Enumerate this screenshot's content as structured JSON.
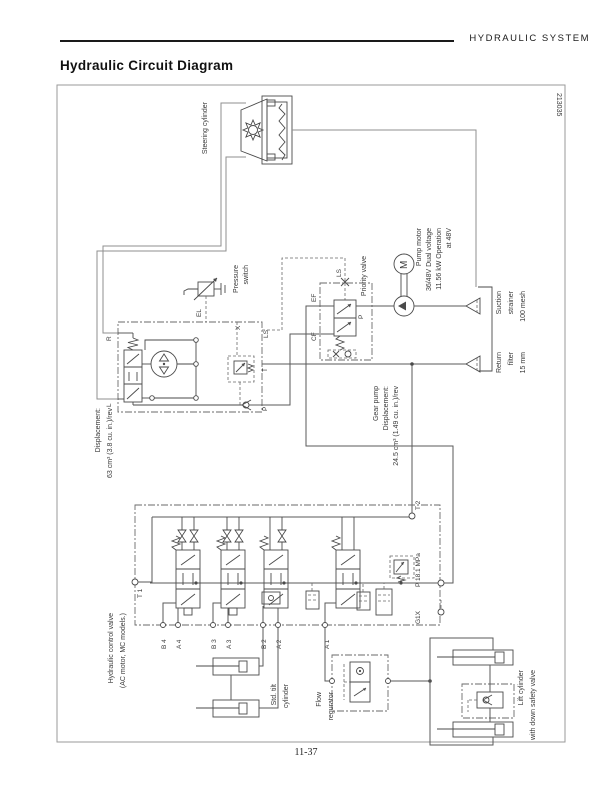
{
  "page": {
    "header": "HYDRAULIC  SYSTEM",
    "title": "Hydraulic Circuit Diagram",
    "page_number": "11-37"
  },
  "diagram": {
    "drawing_number": "213035",
    "labels": {
      "steering_cylinder": "Steering cylinder",
      "pressure_switch": [
        "Pressure",
        "switch"
      ],
      "priority_valve": "Priority valve",
      "pump_motor": [
        "Pump motor",
        "36/48V Dual voltage",
        "11.56 kW Operation",
        "at 48V"
      ],
      "suction_strainer": [
        "Suction",
        "strainer",
        "100 mesh"
      ],
      "return_filter": [
        "Return",
        "filter",
        "15 mm"
      ],
      "gear_pump": [
        "Gear pump",
        "Displacement:",
        "24.5 cm³ (1.49 cu. in.)/rev"
      ],
      "steering_displacement": [
        "Displacement:",
        "63 cm³ (3.8 cu. in.)/rev"
      ],
      "control_valve": [
        "Hydraulic control valve",
        "(AC motor, MC models.)"
      ],
      "tilt_cylinder": [
        "Std. tilt",
        "cylinder"
      ],
      "flow_regulator": [
        "Flow",
        "regurator"
      ],
      "lift_cylinder": [
        "Lift cylinder",
        "with down safety valve"
      ],
      "main_relief": "P 18.1 MPa"
    },
    "ports": {
      "r": "R",
      "l": "L",
      "el": "EL",
      "x": "X",
      "ls": "LS",
      "t": "T",
      "p": "P",
      "ef": "EF",
      "cf": "CF",
      "t1": "T 1",
      "t2": "T 2",
      "b4": "B 4",
      "a4": "A 4",
      "b3": "B 3",
      "a3": "A 3",
      "b2": "B 2",
      "a2": "A 2",
      "a1": "A 1",
      "g1x": "G1X",
      "motor": "M"
    }
  }
}
